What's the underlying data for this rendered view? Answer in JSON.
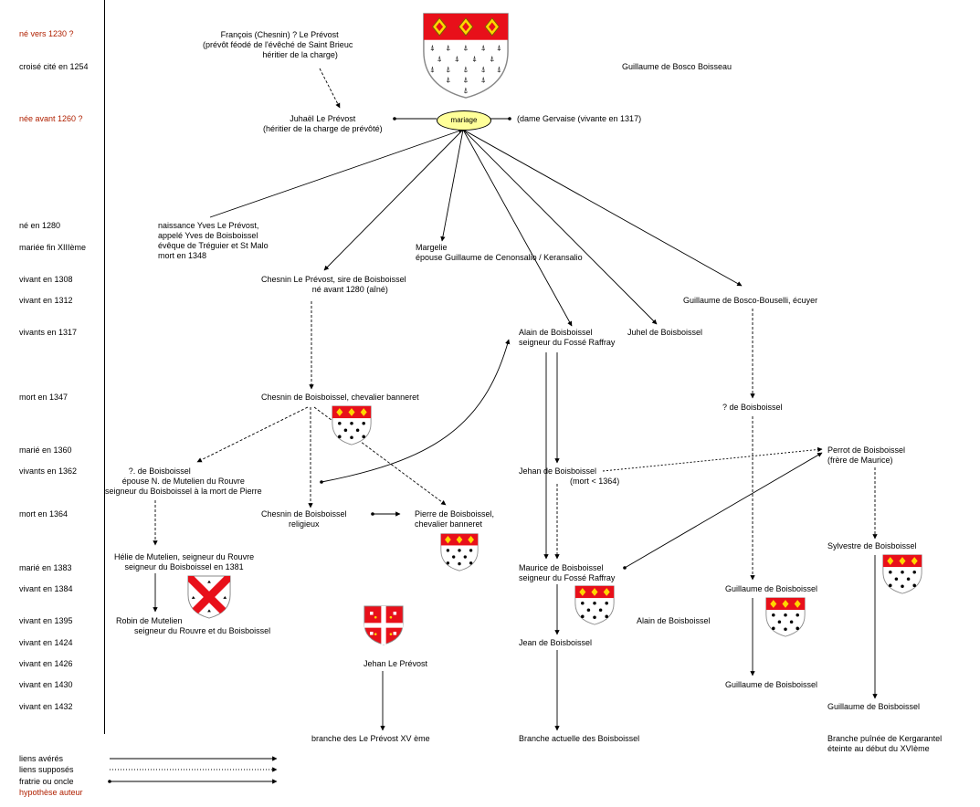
{
  "timeline": [
    {
      "text": "né vers 1230 ?",
      "hypothesis": true
    },
    {
      "text": "croisé cité en 1254",
      "hypothesis": false
    },
    {
      "text": "née avant 1260 ?",
      "hypothesis": true
    },
    {
      "text": "né en 1280",
      "hypothesis": false
    },
    {
      "text": "mariée fin XIIIème",
      "hypothesis": false
    },
    {
      "text": "vivant en 1308",
      "hypothesis": false
    },
    {
      "text": "vivant en 1312",
      "hypothesis": false
    },
    {
      "text": "vivants en 1317",
      "hypothesis": false
    },
    {
      "text": "mort en 1347",
      "hypothesis": false
    },
    {
      "text": "marié en 1360",
      "hypothesis": false
    },
    {
      "text": "vivants en 1362",
      "hypothesis": false
    },
    {
      "text": "mort en 1364",
      "hypothesis": false
    },
    {
      "text": "marié en 1383",
      "hypothesis": false
    },
    {
      "text": "vivant en 1384",
      "hypothesis": false
    },
    {
      "text": "vivant en 1395",
      "hypothesis": false
    },
    {
      "text": "vivant en 1424",
      "hypothesis": false
    },
    {
      "text": "vivant en 1426",
      "hypothesis": false
    },
    {
      "text": "vivant en 1430",
      "hypothesis": false
    },
    {
      "text": "vivant en 1432",
      "hypothesis": false
    }
  ],
  "people": {
    "francois": [
      "François (Chesnin) ? Le Prévost",
      "(prévôt féodé de l'évêché de Saint Brieuc",
      "héritier de la charge)"
    ],
    "guillaume_bosco_boisseau": [
      "Guillaume de Bosco Boisseau"
    ],
    "juhael": [
      "Juhaël Le Prévost",
      "(héritier de la charge de prévôté)"
    ],
    "mariage": [
      "mariage"
    ],
    "gervaise": [
      "(dame Gervaise (vivante en 1317)"
    ],
    "yves": [
      "naissance Yves Le Prévost,",
      "appelé Yves de Boisboissel",
      "évêque de Tréguier et St Malo",
      "mort en 1348"
    ],
    "margelie": [
      "Margelie",
      "épouse Guillaume de Cenonsalio / Keransalio"
    ],
    "chesnin1": [
      "Chesnin Le Prévost, sire de  Boisboissel",
      "né avant 1280 (aîné)"
    ],
    "guillaume_bouselli": [
      "Guillaume de Bosco-Bouselli, écuyer"
    ],
    "alain1": [
      "Alain de Boisboissel",
      "seigneur du Fossé Raffray"
    ],
    "juhel": [
      "Juhel de Boisboissel"
    ],
    "chesnin2": [
      "Chesnin de Boisboissel, chevalier banneret"
    ],
    "q_boisboissel": [
      "? de Boisboissel"
    ],
    "perrot": [
      "Perrot de Boisboissel",
      "(frère de Maurice)"
    ],
    "q_fille": [
      "?. de Boisboissel",
      "épouse N. de Mutelien du Rouvre",
      "seigneur du Boisboissel à la mort de Pierre"
    ],
    "jehan1": [
      "Jehan de Boisboissel",
      "(mort < 1364)"
    ],
    "chesnin3": [
      "Chesnin de Boisboissel",
      "religieux"
    ],
    "pierre": [
      "Pierre de Boisboissel,",
      "chevalier banneret"
    ],
    "sylvestre": [
      "Sylvestre de Boisboissel"
    ],
    "helie": [
      "Hélie de Mutelien, seigneur du Rouvre",
      "seigneur du Boisboissel en 1381"
    ],
    "maurice": [
      "Maurice de Boisboissel",
      "seigneur du Fossé Raffray"
    ],
    "guillaume1384": [
      "Guillaume de Boisboissel"
    ],
    "robin": [
      "Robin de Mutelien",
      "seigneur du Rouvre et du Boisboissel"
    ],
    "alain2": [
      "Alain de Boisboissel"
    ],
    "jean": [
      "Jean de Boisboissel"
    ],
    "jehan_prevost": [
      "Jehan Le Prévost"
    ],
    "guillaume1430": [
      "Guillaume de Boisboissel"
    ],
    "guillaume1432": [
      "Guillaume de Boisboissel"
    ],
    "branche_prevost": [
      "branche des Le Prévost XV ème"
    ],
    "branche_actuelle": [
      "Branche actuelle des Boisboissel"
    ],
    "branche_kergarantel": [
      "Branche puînée de Kergarantel",
      "éteinte au début du XVIème"
    ]
  },
  "legend": {
    "confirmed": "liens avérés",
    "supposed": "liens supposés",
    "siblings": "fratrie ou oncle",
    "hypothesis": "hypothèse auteur"
  },
  "colors": {
    "hypothesis_text": "#b02000",
    "shield_red": "#e8101a",
    "mariage_fill": "#ffff99"
  },
  "icons": [
    "boisboissel-shield-icon",
    "mutelien-shield-icon",
    "le-prevost-shield-icon"
  ]
}
